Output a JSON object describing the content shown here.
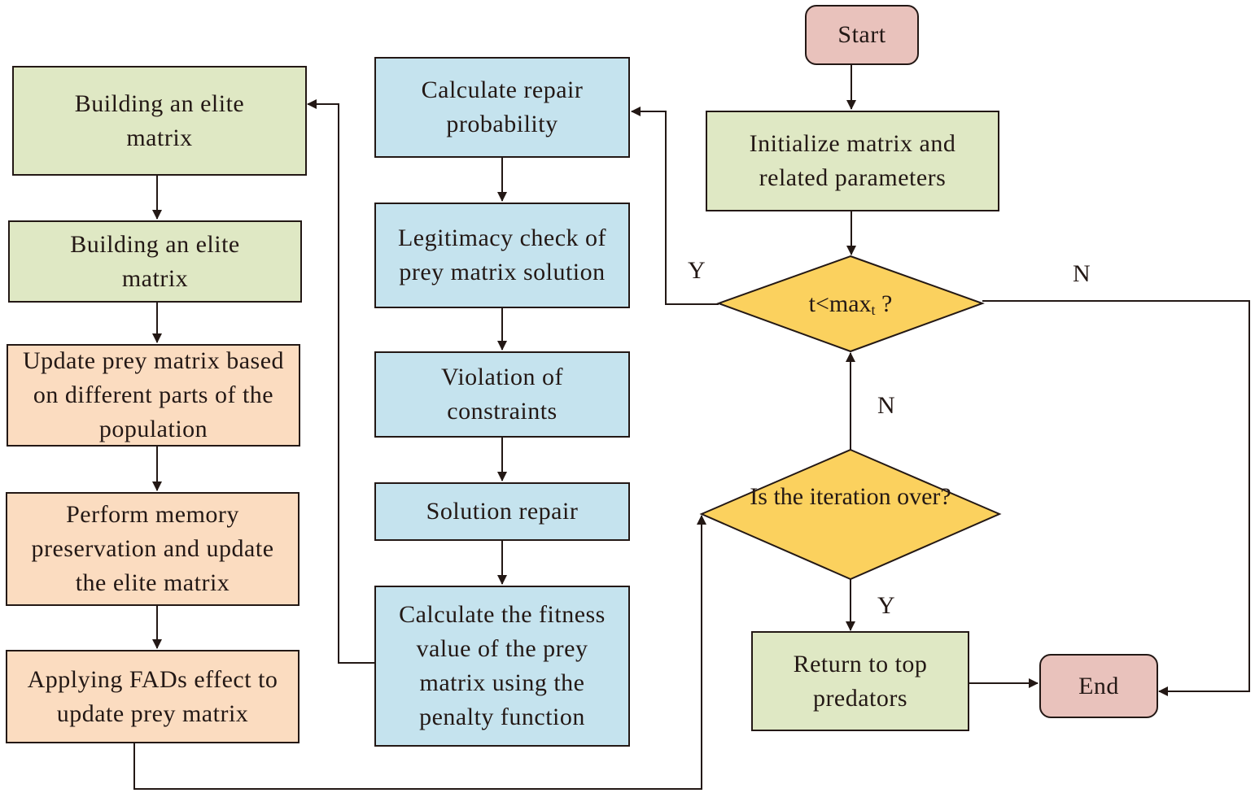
{
  "colors": {
    "process_green": "#dfe8c4",
    "process_orange": "#fbdcc0",
    "process_blue": "#c5e3ee",
    "terminal_pink": "#e9c2bc",
    "decision_yellow": "#fbd15e",
    "stroke": "#231815"
  },
  "nodes": {
    "start": "Start",
    "init": "Initialize matrix and related parameters",
    "decision_max": {
      "prefix": "t<max",
      "sub": "t",
      "suffix": " ?"
    },
    "decision_iter": "Is the iteration over?",
    "return_top": "Return to top predators",
    "end": "End",
    "elite1": "Building an elite matrix",
    "elite2": "Building an elite matrix",
    "update_prey": "Update prey matrix based on different parts of the population",
    "memory": "Perform memory preservation and update the elite matrix",
    "fads": "Applying FADs effect to update prey matrix",
    "repair_prob": "Calculate repair probability",
    "legit": "Legitimacy check of prey matrix solution",
    "violation": "Violation of constraints",
    "repair": "Solution repair",
    "fitness": "Calculate the fitness value of the prey matrix using the penalty function"
  },
  "edge_labels": {
    "max_yes": "Y",
    "max_no": "N",
    "iter_no": "N",
    "iter_yes": "Y"
  }
}
